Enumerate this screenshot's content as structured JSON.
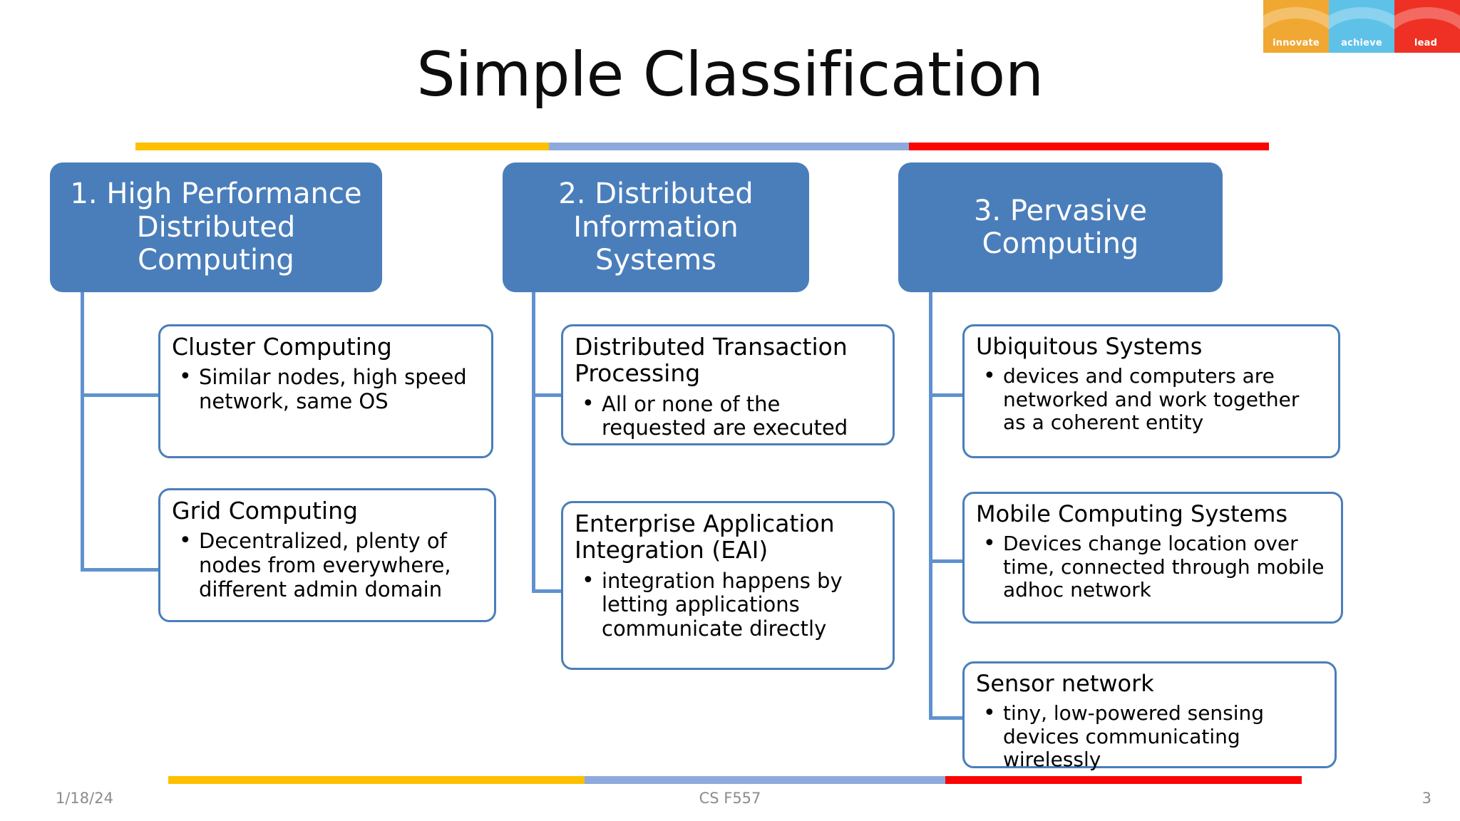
{
  "slide": {
    "title": "Simple Classification",
    "logo": {
      "panels": [
        {
          "label": "innovate",
          "color": "#f0a833"
        },
        {
          "label": "achieve",
          "color": "#5ec1e8"
        },
        {
          "label": "lead",
          "color": "#ee3124"
        }
      ]
    },
    "accent_bar": {
      "yellow": "#ffc000",
      "blue": "#8eaadc",
      "red": "#fb0404"
    },
    "theme": {
      "header_box_fill": "#4a7ebb",
      "content_box_border": "#4a7ebb",
      "connector": "#6092cf",
      "header_text": "#ffffff",
      "body_text": "#000000"
    },
    "columns": [
      {
        "header": "1. High Performance Distributed Computing",
        "items": [
          {
            "head": "Cluster Computing",
            "bullets": [
              "Similar nodes, high speed network, same OS"
            ]
          },
          {
            "head": "Grid Computing",
            "bullets": [
              "Decentralized, plenty of nodes from everywhere, different admin domain"
            ]
          }
        ]
      },
      {
        "header": "2. Distributed Information Systems",
        "items": [
          {
            "head": "Distributed Transaction Processing",
            "bullets": [
              "All or none of the requested are executed"
            ]
          },
          {
            "head": "Enterprise Application Integration (EAI)",
            "bullets": [
              "integration happens by letting applications communicate directly"
            ]
          }
        ]
      },
      {
        "header": "3. Pervasive Computing",
        "items": [
          {
            "head": "Ubiquitous Systems",
            "bullets": [
              "devices and computers are networked and work together as a coherent entity"
            ]
          },
          {
            "head": "Mobile Computing Systems",
            "bullets": [
              "Devices change location over time, connected through mobile adhoc network"
            ]
          },
          {
            "head": "Sensor network",
            "bullets": [
              "tiny, low-powered sensing devices communicating wirelessly"
            ]
          }
        ]
      }
    ],
    "footer": {
      "date": "1/18/24",
      "course": "CS F557",
      "page": "3"
    }
  }
}
